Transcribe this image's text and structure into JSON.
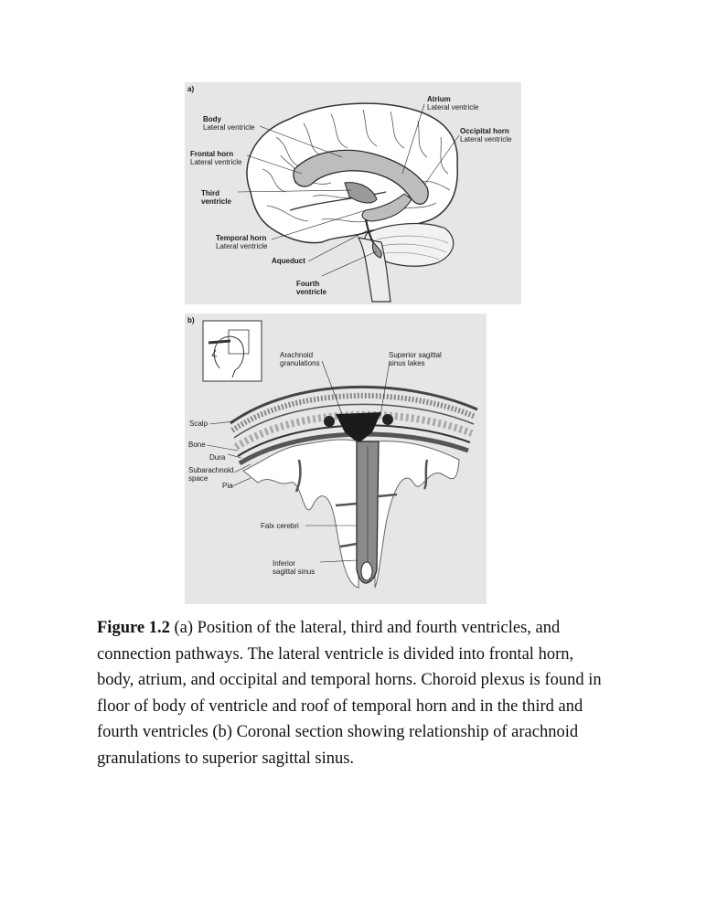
{
  "figure_a": {
    "panel_label": "a)",
    "labels": {
      "body": {
        "bold": "Body",
        "sub": "Lateral ventricle"
      },
      "frontal_horn": {
        "bold": "Frontal horn",
        "sub": "Lateral ventricle"
      },
      "third_ventricle": {
        "bold1": "Third",
        "bold2": "ventricle"
      },
      "temporal_horn": {
        "bold": "Temporal horn",
        "sub": "Lateral ventricle"
      },
      "aqueduct": {
        "bold": "Aqueduct"
      },
      "fourth_ventricle": {
        "bold1": "Fourth",
        "bold2": "ventricle"
      },
      "atrium": {
        "bold": "Atrium",
        "sub": "Lateral ventricle"
      },
      "occipital_horn": {
        "bold": "Occipital horn",
        "sub": "Lateral ventricle"
      }
    }
  },
  "figure_b": {
    "panel_label": "b)",
    "labels": {
      "arachnoid": {
        "line1": "Arachnoid",
        "line2": "granulations"
      },
      "superior_sinus": {
        "line1": "Superior sagittal",
        "line2": "sinus lakes"
      },
      "scalp": "Scalp",
      "bone": "Bone",
      "dura": "Dura",
      "subarachnoid": {
        "line1": "Subarachnoid",
        "line2": "space"
      },
      "pia": "Pia",
      "falx": "Falx cerebri",
      "inferior_sinus": {
        "line1": "Inferior",
        "line2": "sagittal sinus"
      }
    }
  },
  "caption": {
    "figure_label": "Figure 1.2",
    "text": " (a) Position of the lateral, third and fourth ventricles, and connection pathways. The lateral ventricle is divided into frontal horn, body, atrium, and occipital and temporal horns. Choroid plexus is found in floor of body of ventricle and roof of temporal horn and in the third and fourth ventricles (b) Coronal section showing relationship of arachnoid granulations to superior sagittal sinus."
  }
}
